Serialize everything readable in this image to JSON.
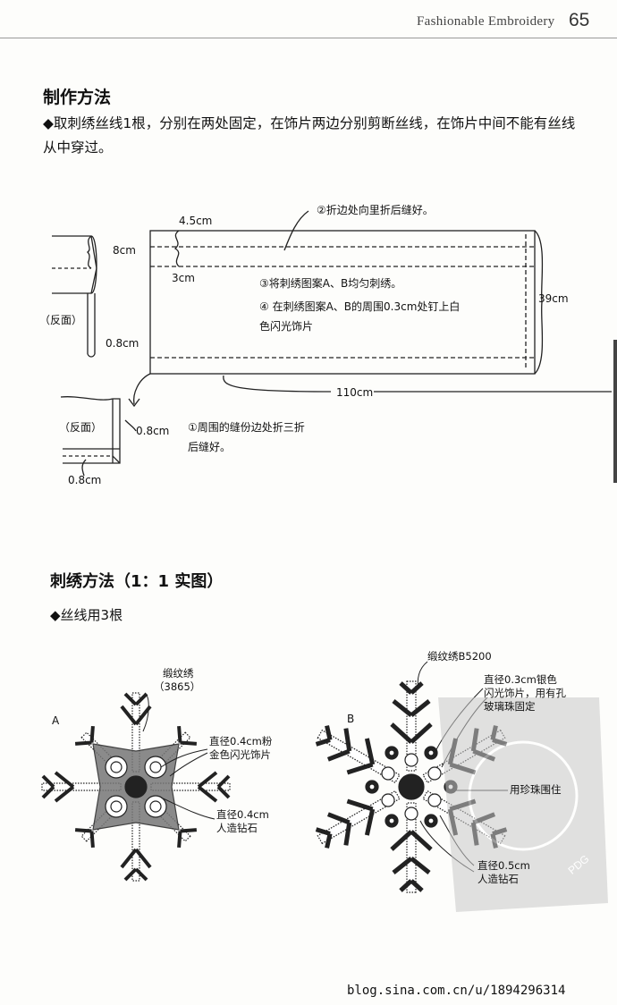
{
  "header": {
    "title": "Fashionable Embroidery",
    "page_number": "65"
  },
  "section1": {
    "title": "制作方法",
    "paragraph": "◆取刺绣丝线1根，分别在两处固定，在饰片两边分别剪断丝线，在饰片中间不能有丝线从中穿过。"
  },
  "diagram1": {
    "dim_45": "4.5cm",
    "dim_8": "8cm",
    "dim_3": "3cm",
    "dim_39": "39cm",
    "dim_110": "110cm",
    "dim_08a": "0.8cm",
    "dim_08b": "0.8cm",
    "dim_08c": "0.8cm",
    "back_side_1": "（反面）",
    "back_side_2": "（反面）",
    "step2": "②折边处向里折后缝好。",
    "step3": "③将刺绣图案A、B均匀刺绣。",
    "step4_line1": "④ 在刺绣图案A、B的周围0.3cm处钉上白",
    "step4_line2": "色闪光饰片",
    "step1_line1": "①周围的缝份边处折三折",
    "step1_line2": "后缝好。"
  },
  "section2": {
    "title": "刺绣方法（1：1 实图）",
    "bullet": "◆丝线用3根"
  },
  "motifA": {
    "letter": "A",
    "stitch_line1": "缎纹绣",
    "stitch_line2": "（3865）",
    "sequin_line1": "直径0.4cm粉",
    "sequin_line2": "金色闪光饰片",
    "rhinestone_line1": "直径0.4cm",
    "rhinestone_line2": "人造钻石"
  },
  "motifB": {
    "letter": "B",
    "stitch": "缎纹绣B5200",
    "sequin_line1": "直径0.3cm银色",
    "sequin_line2": "闪光饰片，用有孔",
    "sequin_line3": "玻璃珠固定",
    "pearl": "用珍珠围住",
    "rhinestone_line1": "直径0.5cm",
    "rhinestone_line2": "人造钻石"
  },
  "watermark": {
    "text": "PDG"
  },
  "footer": {
    "source": "blog.sina.com.cn/u/1894296314"
  }
}
